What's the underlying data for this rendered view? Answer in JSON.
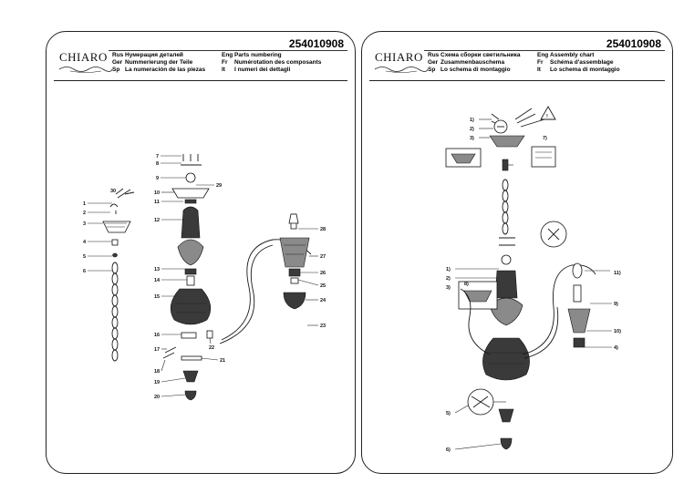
{
  "pages": {
    "left": {
      "brand": "CHIARO",
      "code": "254010908",
      "header": [
        {
          "k": "Rus",
          "v": "Нумерация деталей"
        },
        {
          "k": "Eng",
          "v": "Parts numbering"
        },
        {
          "k": "Ger",
          "v": "Nummerierung der Teile"
        },
        {
          "k": "Fr",
          "v": "Numérotation des composants"
        },
        {
          "k": "Sp",
          "v": "La numeración de las piezas"
        },
        {
          "k": "It",
          "v": "I numeri dei dettagli"
        }
      ],
      "part_labels": [
        "1",
        "2",
        "3",
        "4",
        "5",
        "6",
        "7",
        "8",
        "9",
        "10",
        "11",
        "12",
        "13",
        "14",
        "15",
        "16",
        "17",
        "18",
        "19",
        "20",
        "21",
        "22",
        "23",
        "24",
        "25",
        "26",
        "27",
        "28",
        "29",
        "30"
      ]
    },
    "right": {
      "brand": "CHIARO",
      "code": "254010908",
      "header": [
        {
          "k": "Rus",
          "v": "Схема сборки светильника"
        },
        {
          "k": "Eng",
          "v": "Assembly chart"
        },
        {
          "k": "Ger",
          "v": "Zusammenbauschema"
        },
        {
          "k": "Fr",
          "v": "Schéma d'assemblage"
        },
        {
          "k": "Sp",
          "v": "Lo schema di montaggio"
        },
        {
          "k": "It",
          "v": "Lo schema di montaggio"
        }
      ],
      "step_labels": [
        "1)",
        "2)",
        "3)",
        "7)",
        "1)",
        "2)",
        "3)",
        "8)",
        "9)",
        "10)",
        "11)",
        "4)",
        "5)",
        "6)"
      ]
    }
  },
  "colors": {
    "ink": "#111111",
    "shade": "#3a3a3a",
    "mid": "#8a8a8a",
    "page": "#ffffff"
  }
}
